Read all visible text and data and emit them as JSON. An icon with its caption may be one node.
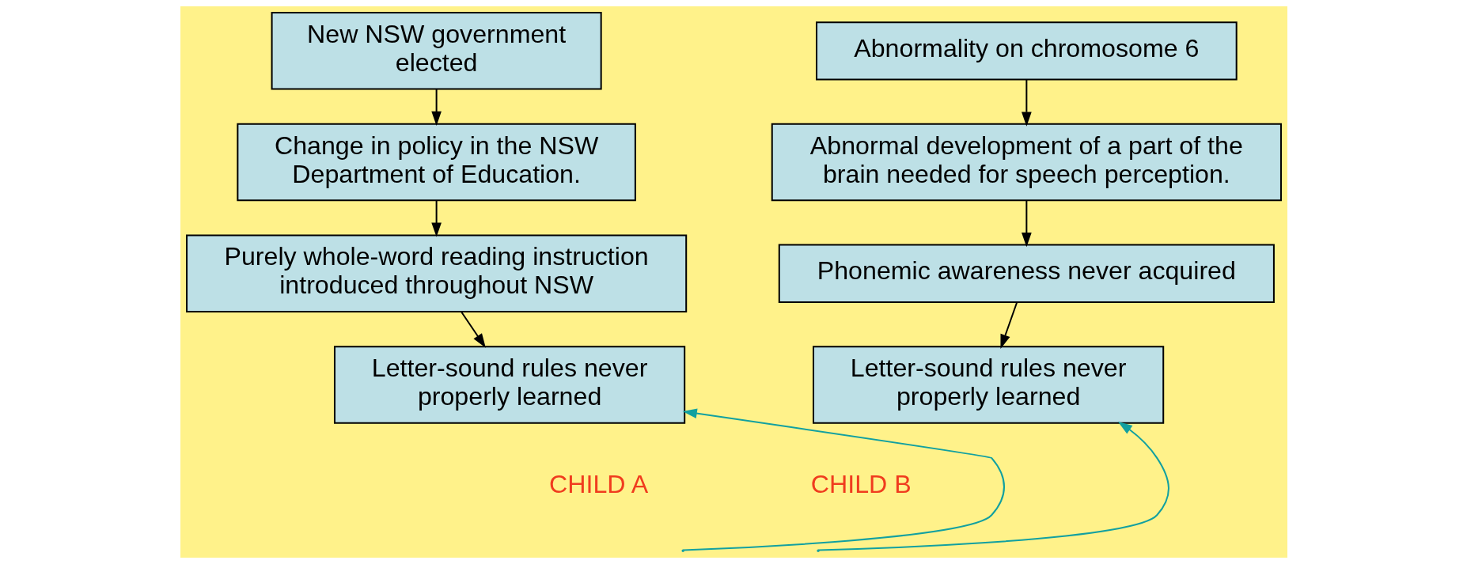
{
  "diagram": {
    "nodes": [
      {
        "text": [
          "New NSW government elected"
        ]
      },
      {
        "text": [
          "Change in policy in the NSW Department of Education."
        ]
      },
      {
        "text": [
          "Purely whole-word reading instruction introduced throughout NSW"
        ]
      },
      {
        "text": [
          "Letter-sound rules never properly learned"
        ]
      },
      {
        "text": [
          "Abnormality on chromosome 6"
        ]
      },
      {
        "text": [
          "Abnormal development of a part of the brain needed for speech perception."
        ]
      },
      {
        "text": [
          "Phonemic awareness never acquired"
        ]
      },
      {
        "text": [
          "Letter-sound rules never properly learned"
        ]
      }
    ],
    "edges": [
      {
        "from": 0,
        "to": 1,
        "arrow": "to"
      },
      {
        "from": 1,
        "to": 2,
        "arrow": "to"
      },
      {
        "from": 2,
        "to": 3,
        "arrow": "to"
      },
      {
        "from": 4,
        "to": 5,
        "arrow": "to"
      },
      {
        "from": 5,
        "to": 6,
        "arrow": "to"
      },
      {
        "from": 6,
        "to": 7,
        "arrow": "to"
      },
      {
        "from": null,
        "to": 3,
        "arrow": "to",
        "color": "#12a0a0"
      },
      {
        "from": null,
        "to": 7,
        "arrow": "to",
        "color": "#12a0a0"
      }
    ],
    "labels": [
      "CHILD A",
      "CHILD B"
    ]
  }
}
